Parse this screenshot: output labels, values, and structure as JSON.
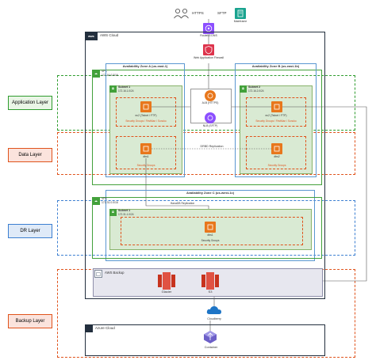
{
  "top": {
    "users_label": "",
    "https_label": "HTTPS",
    "sftp_label": "SFTP",
    "mainframe_label": "Mainframe",
    "route53_label": "Route53 DNS",
    "waf_label": "Web Application Firewall"
  },
  "aws_cloud": {
    "title": "AWS Cloud"
  },
  "layers": [
    {
      "label": "Application Layer",
      "color": "#2e9c2e"
    },
    {
      "label": "Data Layer",
      "color": "#e0531c"
    },
    {
      "label": "DR Layer",
      "color": "#3c7fd1"
    },
    {
      "label": "Backup Layer",
      "color": "#e0531c"
    }
  ],
  "vpc_primary": {
    "title": "VPC",
    "cidr": "172.16.0.0/16"
  },
  "az_a": {
    "title": "Availability Zone A (us-east-1)",
    "subnet_title": "Subnet 1",
    "subnet_cidr": "172.16.1.0/24",
    "ec2_label": "ec2 (Telnet / FTP)",
    "sg_label": "Security Groups / FirstMan / Sonoko",
    "db_label": "dbs1",
    "db_sg_label": "Security Groups"
  },
  "az_b": {
    "title": "Availability Zone B (us-east-1b)",
    "subnet_title": "Subnet 2",
    "subnet_cidr": "172.16.2.0/24",
    "ec2_label": "ec2 (Telnet / FTP)",
    "sg_label": "Security Groups / FirstMan / Sonoko",
    "db_label": "dbs2",
    "db_sg_label": "Security Groups"
  },
  "center": {
    "alb_label": "ALB (HTTPS)",
    "nlb_label": "NLB (SFTP)",
    "drbd_label": "DRBD Replication"
  },
  "az_c": {
    "title": "Availability Zone C (us-west-1c)",
    "vpc_title": "VPC",
    "vpc_cidr": "172.31.0.0/16",
    "subnet_title": "Subnet 1",
    "subnet_cidr": "172.31.1.0/24",
    "replication_label": "HanaDB Replication",
    "db_label": "dbs1",
    "sg_label": "Security Groups"
  },
  "backup": {
    "title": "AWS Backup",
    "glacier_label": "Glacier",
    "s3_label": "S3",
    "cloudberry_label": "Cloudberry"
  },
  "azure": {
    "title": "Azure Cloud",
    "container_label": "Container"
  }
}
